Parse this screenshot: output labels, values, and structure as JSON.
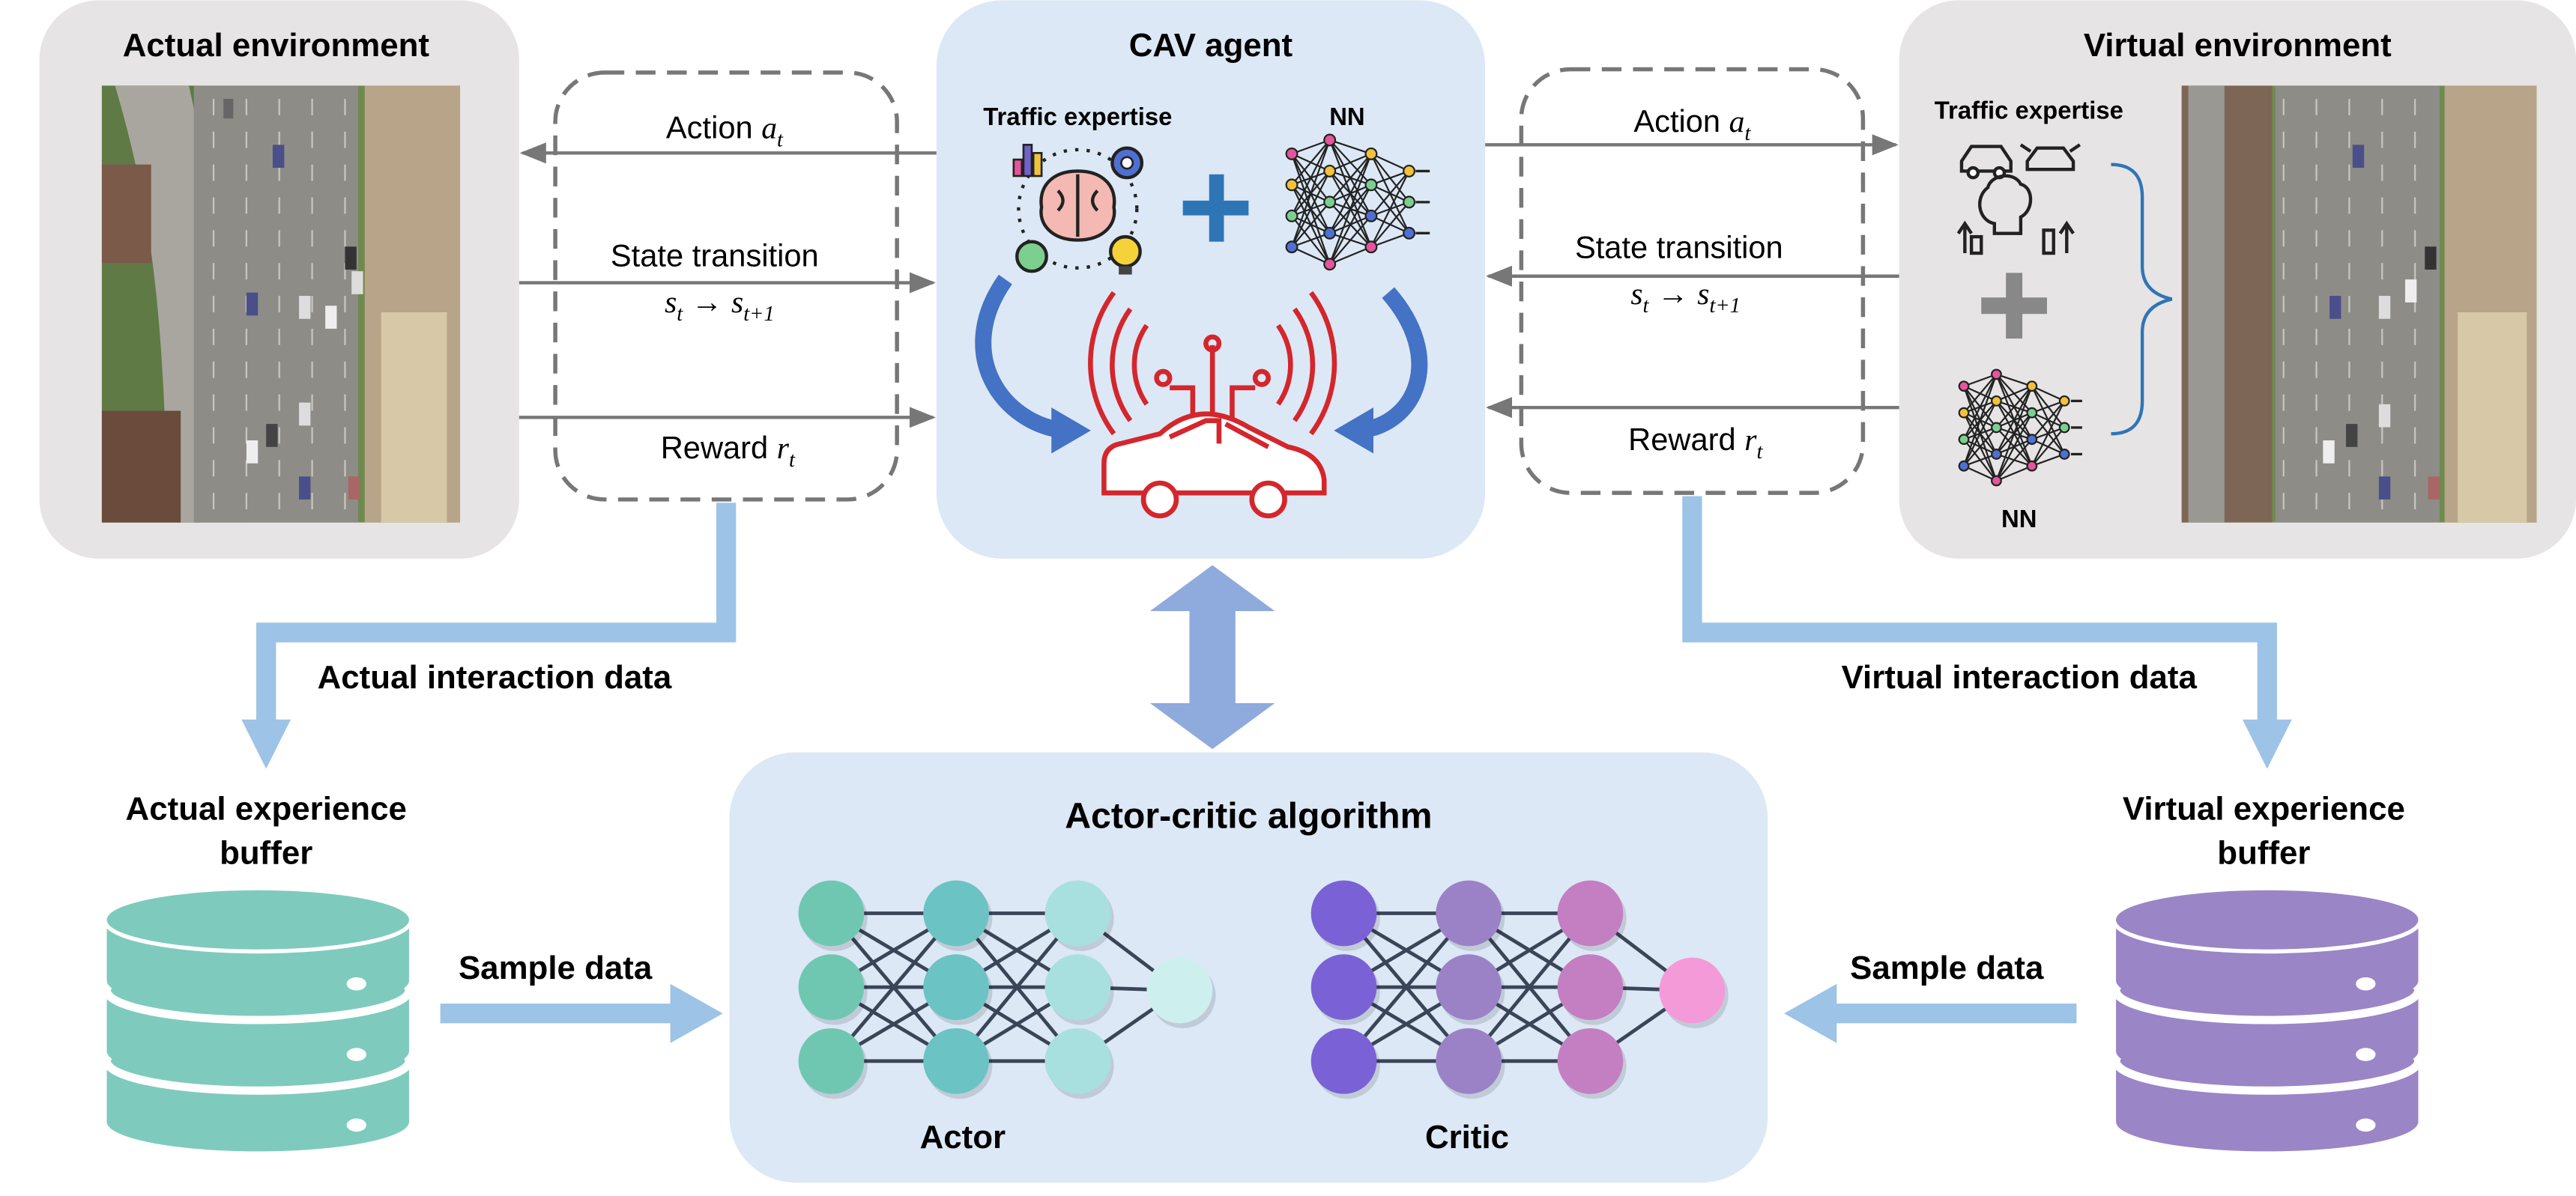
{
  "actual_env": {
    "title": "Actual environment",
    "interaction_label": "Actual interaction data",
    "buffer_title_line1": "Actual experience",
    "buffer_title_line2": "buffer",
    "sample_label": "Sample data"
  },
  "virtual_env": {
    "title": "Virtual environment",
    "traffic_expertise": "Traffic expertise",
    "nn_label": "NN",
    "interaction_label": "Virtual interaction data",
    "buffer_title_line1": "Virtual experience",
    "buffer_title_line2": "buffer",
    "sample_label": "Sample data"
  },
  "cav_agent": {
    "title": "CAV agent",
    "traffic_expertise": "Traffic expertise",
    "nn_label": "NN"
  },
  "signals": {
    "action": "Action ",
    "action_var": "a",
    "action_sub": "t",
    "state": "State transition",
    "state_s1": "s",
    "state_s1_sub": "t",
    "state_arrow": "→",
    "state_s2": "s",
    "state_s2_sub": "t+1",
    "reward": "Reward ",
    "reward_var": "r",
    "reward_sub": "t"
  },
  "actor_critic": {
    "title": "Actor-critic algorithm",
    "actor_label": "Actor",
    "critic_label": "Critic"
  },
  "colors": {
    "gray_panel": "#e6e4e4",
    "blue_panel": "#dce8f5",
    "blue_arrow": "#9dc3e6",
    "teal": "#7ecbbd",
    "purple": "#9a85c6",
    "actor_l1": "#6fc7b2",
    "actor_l2": "#6cc3c3",
    "actor_l3": "#a8e0e0",
    "actor_out": "#cdf0ef",
    "critic_l1": "#7a62d6",
    "critic_l2": "#9b82c6",
    "critic_l3": "#c37fc2",
    "critic_out": "#f49ad8",
    "red": "#e0393e",
    "plus_blue": "#2e75b6"
  }
}
